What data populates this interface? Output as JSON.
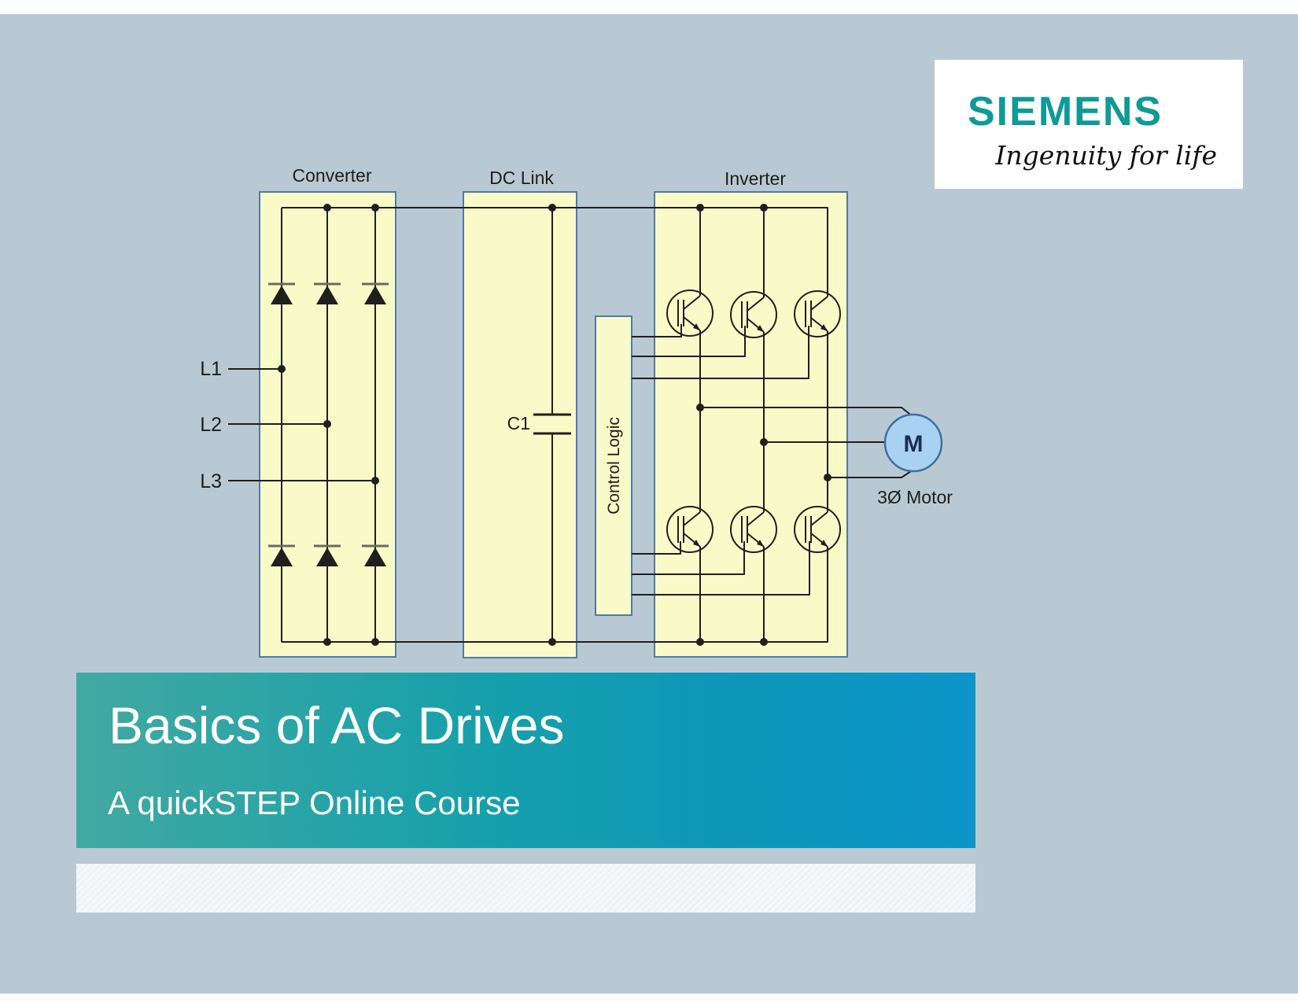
{
  "palette": {
    "background": "#b9c9d3",
    "box_fill": "#fafac9",
    "box_border": "#4d7ba6",
    "wire": "#1f1f1f",
    "banner_left": "#42a9a1",
    "banner_right": "#0b95c9",
    "siemens_teal": "#0f9a96",
    "motor_fill": "#a9d2f2",
    "motor_border": "#3f6e9e"
  },
  "logo": {
    "brand": "SIEMENS",
    "tagline": "Ingenuity for life"
  },
  "diagram": {
    "section_labels": {
      "converter": "Converter",
      "dc_link": "DC Link",
      "inverter": "Inverter"
    },
    "control_logic_label": "Control Logic",
    "capacitor_label": "C1",
    "input_lines": [
      {
        "label": "L1"
      },
      {
        "label": "L2"
      },
      {
        "label": "L3"
      }
    ],
    "motor_symbol": "M",
    "motor_label": "3Ø Motor"
  },
  "banner": {
    "title": "Basics of AC Drives",
    "subtitle": "A quickSTEP Online Course"
  }
}
